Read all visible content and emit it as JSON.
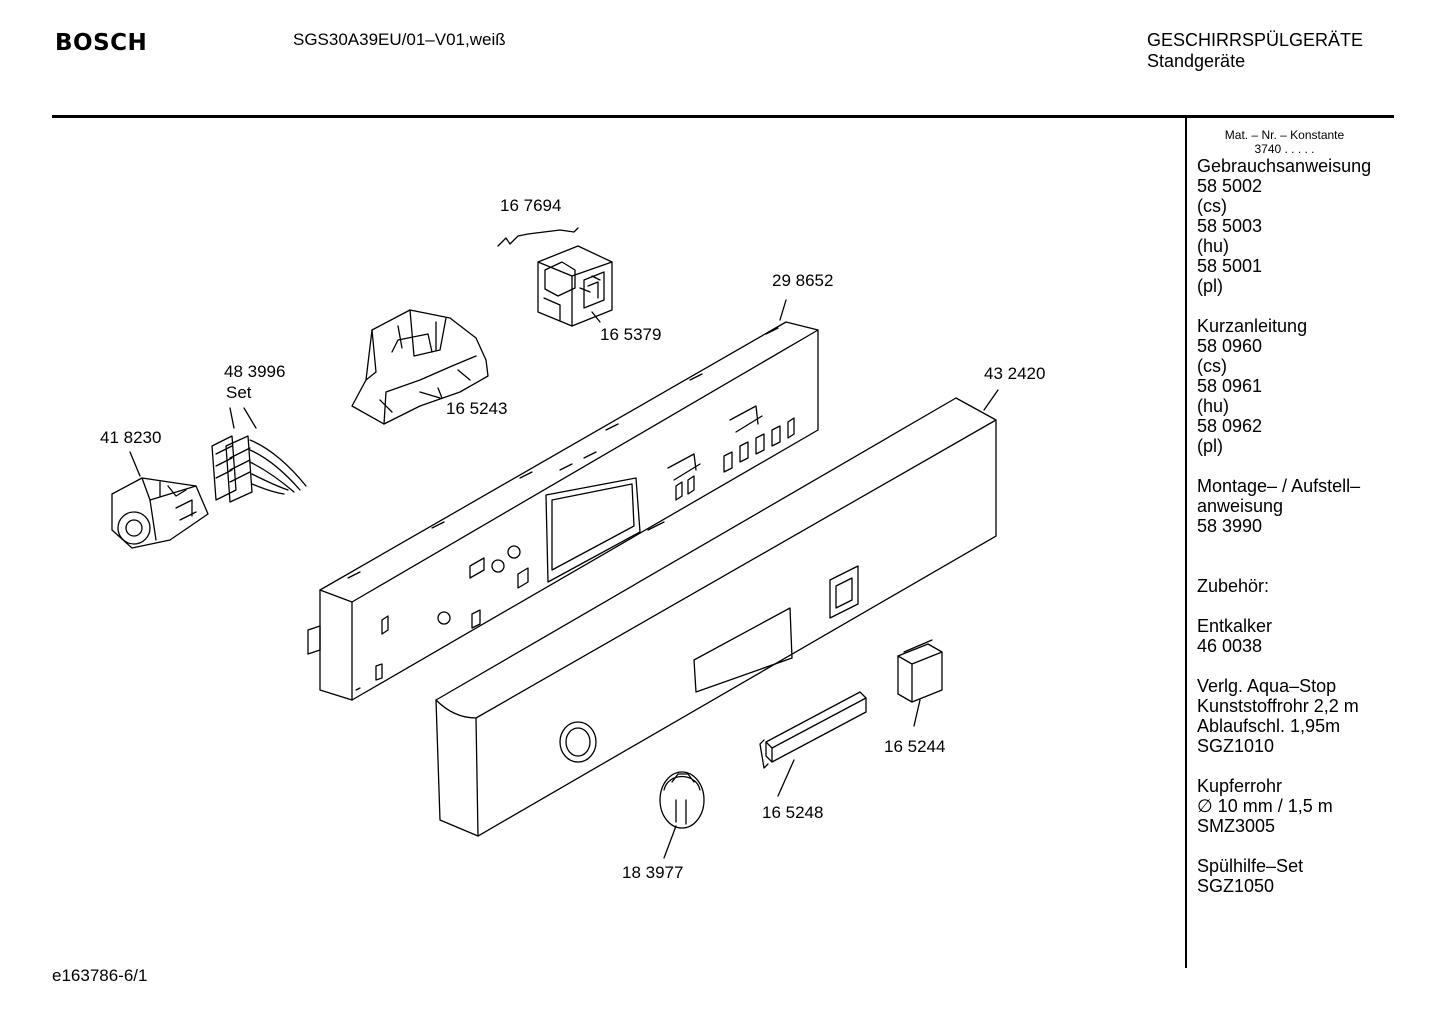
{
  "header": {
    "brand": "BOSCH",
    "model": "SGS30A39EU/01–V01,weiß",
    "category_line1": "GESCHIRRSPÜLGERÄTE",
    "category_line2": "Standgeräte"
  },
  "footer": {
    "doc_id": "e163786-6/1"
  },
  "sidebar": {
    "mat_label": "Mat. – Nr. – Konstante",
    "mat_value": "3740  .  .  .  .  .",
    "groups": [
      {
        "lines": [
          "Gebrauchsanweisung",
          "58 5002",
          "(cs)",
          "58 5003",
          "(hu)",
          "58 5001",
          "(pl)"
        ]
      },
      {
        "lines": [
          "Kurzanleitung",
          "58 0960",
          "(cs)",
          "58 0961",
          "(hu)",
          "58 0962",
          "(pl)"
        ]
      },
      {
        "lines": [
          "Montage– / Aufstell–",
          "anweisung",
          "58 3990"
        ]
      },
      {
        "lines": [
          "Zubehör:"
        ]
      },
      {
        "lines": [
          "Entkalker",
          "46 0038"
        ]
      },
      {
        "lines": [
          "Verlg. Aqua–Stop",
          "Kunststoffrohr 2,2 m",
          "Ablaufschl. 1,95m",
          "SGZ1010"
        ]
      },
      {
        "lines": [
          "Kupferrohr",
          "∅ 10 mm / 1,5 m",
          "SMZ3005"
        ]
      },
      {
        "lines": [
          "Spülhilfe–Set",
          "SGZ1050"
        ]
      }
    ]
  },
  "parts": {
    "p167694": "16 7694",
    "p165379": "16 5379",
    "p298652": "29 8652",
    "p165243": "16 5243",
    "p483996": "48 3996",
    "p483996_set": "Set",
    "p418230": "41 8230",
    "p432420": "43 2420",
    "p165244": "16 5244",
    "p165248": "16 5248",
    "p183977": "18 3977"
  }
}
